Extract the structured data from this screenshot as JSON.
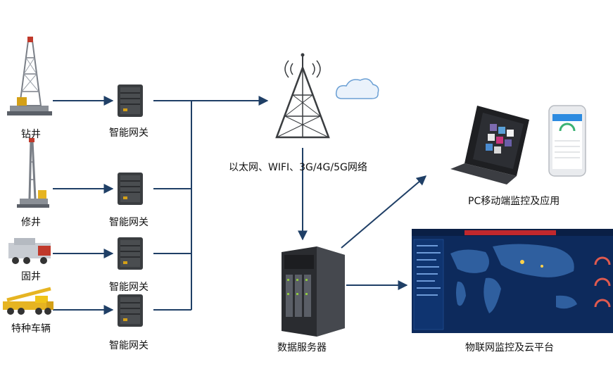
{
  "sources": [
    {
      "label": "钻井",
      "icon": "drilling-rig-icon"
    },
    {
      "label": "修井",
      "icon": "workover-rig-icon"
    },
    {
      "label": "固井",
      "icon": "cementing-truck-icon"
    },
    {
      "label": "特种车辆",
      "icon": "crane-truck-icon"
    }
  ],
  "gateway_label": "智能网关",
  "network_label": "以太网、WIFI、3G/4G/5G网络",
  "server_label": "数据服务器",
  "pc_mobile_label": "PC移动端监控及应用",
  "cloud_platform_label": "物联网监控及云平台",
  "colors": {
    "arrow": "#1f3f66",
    "screen_bg": "#0d2a5c",
    "map_land": "#2f5f9f",
    "header_red": "#c0282d"
  }
}
